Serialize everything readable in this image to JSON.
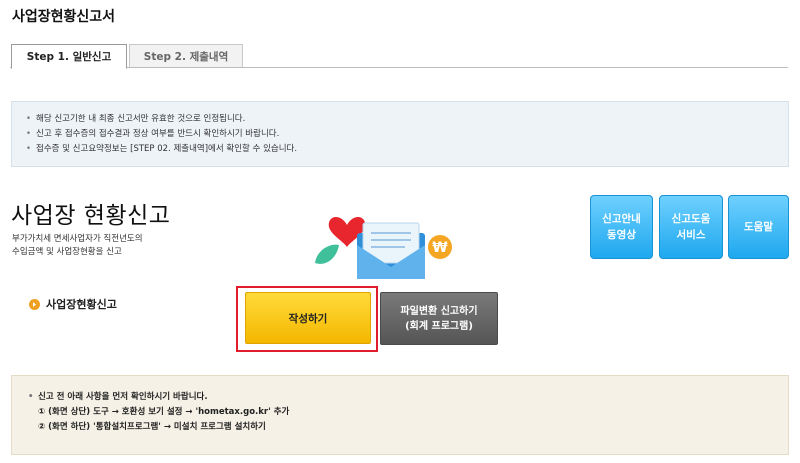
{
  "page": {
    "title": "사업장현황신고서"
  },
  "tabs": [
    {
      "label": "Step 1. 일반신고",
      "active": true
    },
    {
      "label": "Step 2. 제출내역",
      "active": false
    }
  ],
  "notice": [
    "해당 신고기한 내 최종 신고서만 유효한 것으로 인정됩니다.",
    "신고 후 접수증의 접수결과 정상 여부를 반드시 확인하시기 바랍니다.",
    "접수증 및 신고요약정보는 [STEP 02. 제출내역]에서 확인할 수 있습니다."
  ],
  "main": {
    "heading": "사업장 현황신고",
    "desc_line1": "부가가치세 면세사업자가 직전년도의",
    "desc_line2": "수입금액 및 사업장현황을 신고"
  },
  "side_buttons": {
    "video_line1": "신고안내",
    "video_line2": "동영상",
    "help_service_line1": "신고도움",
    "help_service_line2": "서비스",
    "help": "도움말"
  },
  "section": {
    "label": "사업장현황신고",
    "write_button": "작성하기",
    "convert_line1": "파일변환 신고하기",
    "convert_line2": "(회계 프로그램)"
  },
  "bottom_notice": {
    "line1": "신고 전 아래 사항을 먼저 확인하시기 바랍니다.",
    "line2": "① (화면 상단) 도구 → 호환성 보기 설정 → 'hometax.go.kr' 추가",
    "line3": "② (화면 하단) '통합설치프로그램' → 미설치 프로그램 설치하기"
  },
  "colors": {
    "write_button": "#f7c400",
    "convert_button": "#666666",
    "help_buttons": "#2bb0f0",
    "highlight_outline": "#e21c2a"
  }
}
